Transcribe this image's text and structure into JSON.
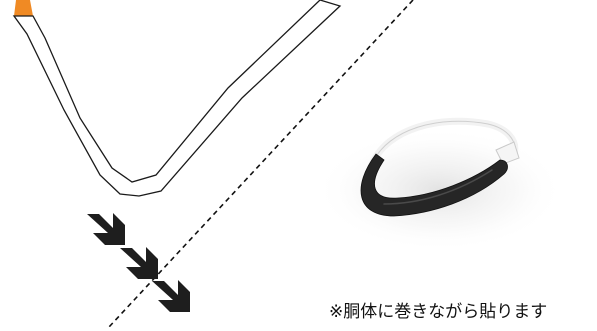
{
  "colors": {
    "background": "#ffffff",
    "strip_outline": "#1a1a1a",
    "fold_line": "#111111",
    "arrow_fill": "#1e1e1e",
    "tab_fill": "#f08a24",
    "band_dark": "#262626",
    "band_light": "#eeeeee"
  },
  "icons": {
    "direction_arrows": "chevron-down-right-icon",
    "ring_photo": "paper-ring-photo"
  },
  "direction_arrow_count": 3,
  "note": {
    "text": "※胴体に巻きながら貼ります"
  }
}
